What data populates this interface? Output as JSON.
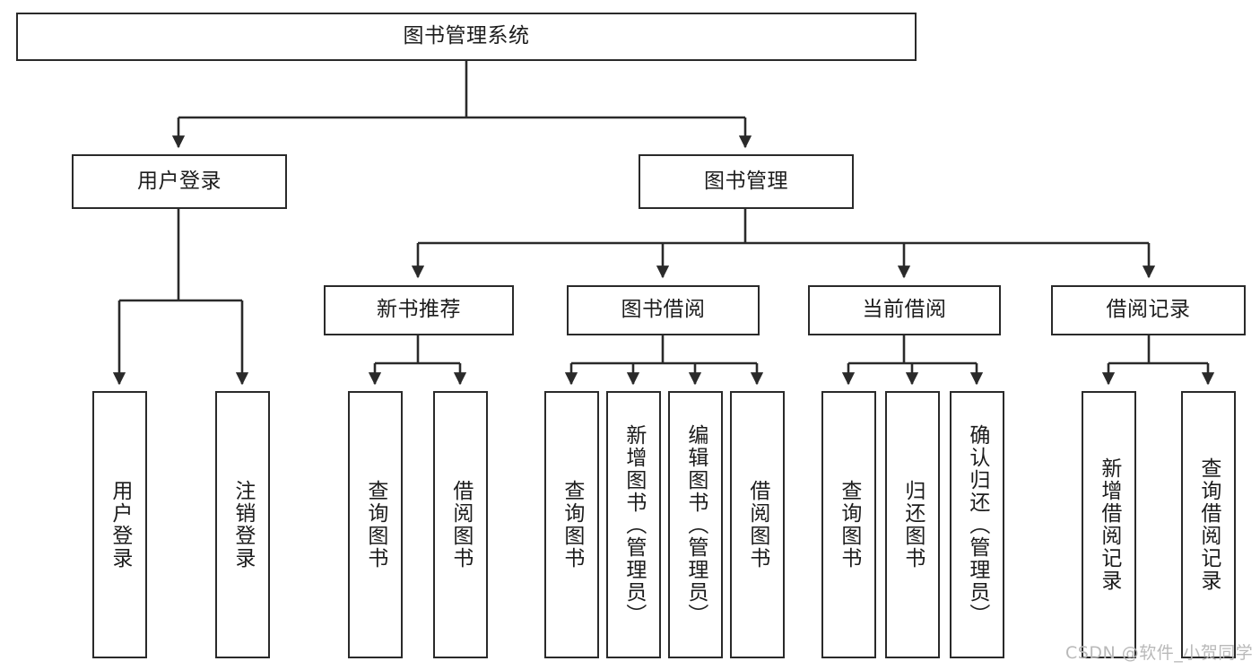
{
  "diagram": {
    "type": "tree-hierarchy-chart",
    "title": "图书管理系统",
    "line_color": "#2a2a2a",
    "box_fill": "#ffffff",
    "text_color": "#1c1c1c",
    "nodes": {
      "root": {
        "label": "图书管理系统",
        "level": 1,
        "orientation": "horizontal"
      },
      "l2": [
        {
          "id": "user-login",
          "label": "用户登录",
          "level": 2,
          "orientation": "horizontal"
        },
        {
          "id": "book-manage",
          "label": "图书管理",
          "level": 2,
          "orientation": "horizontal"
        }
      ],
      "l3": [
        {
          "id": "new-book-recommend",
          "label": "新书推荐",
          "level": 3,
          "orientation": "horizontal"
        },
        {
          "id": "book-borrow",
          "label": "图书借阅",
          "level": 3,
          "orientation": "horizontal"
        },
        {
          "id": "current-borrow",
          "label": "当前借阅",
          "level": 3,
          "orientation": "horizontal"
        },
        {
          "id": "borrow-record",
          "label": "借阅记录",
          "level": 3,
          "orientation": "horizontal"
        }
      ],
      "leaves": [
        {
          "id": "leaf-user-login",
          "label": "用户登录",
          "parent": "user-login",
          "orientation": "vertical"
        },
        {
          "id": "leaf-user-logout",
          "label": "注销登录",
          "parent": "user-login",
          "orientation": "vertical"
        },
        {
          "id": "leaf-query-book-1",
          "label": "查询图书",
          "parent": "new-book-recommend",
          "orientation": "vertical"
        },
        {
          "id": "leaf-borrow-book-1",
          "label": "借阅图书",
          "parent": "new-book-recommend",
          "orientation": "vertical"
        },
        {
          "id": "leaf-query-book-2",
          "label": "查询图书",
          "parent": "book-borrow",
          "orientation": "vertical"
        },
        {
          "id": "leaf-add-book",
          "label": "新增图书（管理员）",
          "parent": "book-borrow",
          "orientation": "vertical"
        },
        {
          "id": "leaf-edit-book",
          "label": "编辑图书（管理员）",
          "parent": "book-borrow",
          "orientation": "vertical"
        },
        {
          "id": "leaf-borrow-book-2",
          "label": "借阅图书",
          "parent": "book-borrow",
          "orientation": "vertical"
        },
        {
          "id": "leaf-query-book-3",
          "label": "查询图书",
          "parent": "current-borrow",
          "orientation": "vertical"
        },
        {
          "id": "leaf-return-book",
          "label": "归还图书",
          "parent": "current-borrow",
          "orientation": "vertical"
        },
        {
          "id": "leaf-confirm-return",
          "label": "确认归还（管理员）",
          "parent": "current-borrow",
          "orientation": "vertical"
        },
        {
          "id": "leaf-add-record",
          "label": "新增借阅记录",
          "parent": "borrow-record",
          "orientation": "vertical"
        },
        {
          "id": "leaf-query-record",
          "label": "查询借阅记录",
          "parent": "borrow-record",
          "orientation": "vertical"
        }
      ]
    },
    "watermark": "CSDN @软件_小贺同学"
  }
}
